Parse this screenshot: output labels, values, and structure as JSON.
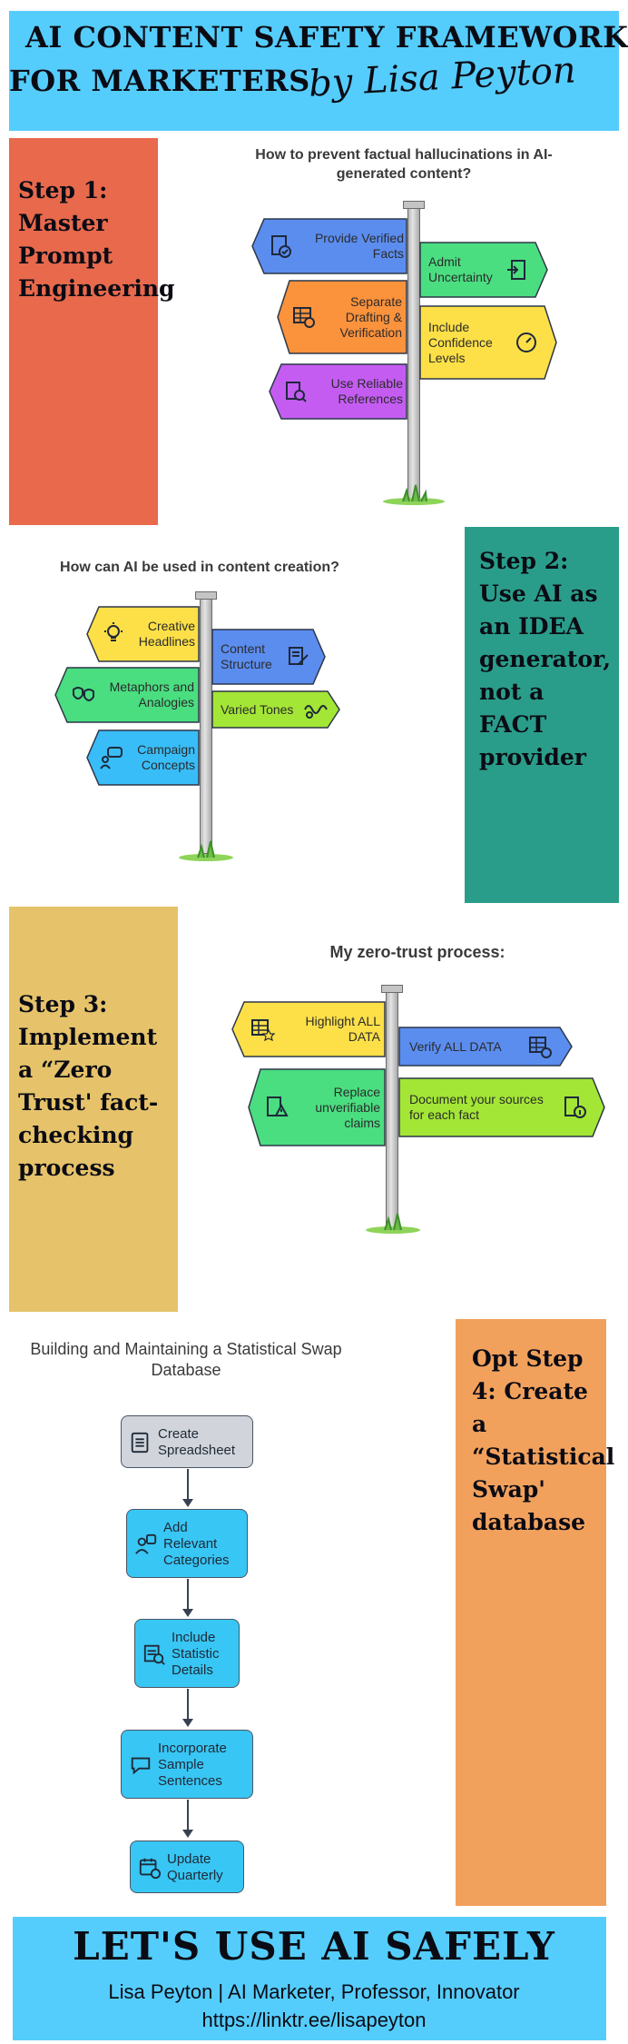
{
  "header": {
    "title_line1": "AI CONTENT SAFETY FRAMEWORK",
    "title_line2": "FOR MARKETERS",
    "byline": "by Lisa Peyton"
  },
  "step1": {
    "label": "Step 1: Master Prompt Engineering",
    "question": "How to prevent factual hallucinations in AI-generated content?",
    "signs": [
      {
        "text": "Provide Verified Facts",
        "color": "#5b8def",
        "icon": "verified-document-icon"
      },
      {
        "text": "Admit Uncertainty",
        "color": "#4ade80",
        "icon": "exit-door-icon"
      },
      {
        "text": "Separate Drafting & Verification",
        "color": "#fb923c",
        "icon": "checked-table-icon"
      },
      {
        "text": "Include Confidence Levels",
        "color": "#fde047",
        "icon": "gauge-icon"
      },
      {
        "text": "Use Reliable References",
        "color": "#c45cf2",
        "icon": "reference-search-icon"
      }
    ]
  },
  "step2": {
    "label": "Step 2: Use AI as an IDEA generator, not a FACT provider",
    "question": "How can AI be used in content creation?",
    "signs": [
      {
        "text": "Creative Headlines",
        "color": "#fde047",
        "icon": "lightbulb-icon"
      },
      {
        "text": "Content Structure",
        "color": "#5b8def",
        "icon": "edit-document-icon"
      },
      {
        "text": "Metaphors and Analogies",
        "color": "#4ade80",
        "icon": "masks-icon"
      },
      {
        "text": "Varied Tones",
        "color": "#a3e635",
        "icon": "tone-wave-icon"
      },
      {
        "text": "Campaign Concepts",
        "color": "#38bdf8",
        "icon": "chat-people-icon"
      }
    ]
  },
  "step3": {
    "label": "Step 3: Implement a “Zero Trust' fact-checking process",
    "question": "My zero-trust process:",
    "signs": [
      {
        "text": "Highlight ALL DATA",
        "color": "#fde047",
        "icon": "highlight-table-icon"
      },
      {
        "text": "Verify ALL DATA",
        "color": "#5b8def",
        "icon": "verify-table-icon"
      },
      {
        "text": "Replace unverifiable claims",
        "color": "#4ade80",
        "icon": "warning-document-icon"
      },
      {
        "text": "Document your sources for each fact",
        "color": "#a3e635",
        "icon": "info-document-icon"
      }
    ]
  },
  "step4": {
    "label": "Opt Step 4: Create a “Statistical Swap' database",
    "question": "Building and Maintaining a Statistical Swap Database",
    "flow": [
      {
        "text": "Create Spreadsheet",
        "color": "#d1d5db",
        "icon": "spreadsheet-icon"
      },
      {
        "text": "Add Relevant Categories",
        "color": "#38c6f4",
        "icon": "categories-icon"
      },
      {
        "text": "Include Statistic Details",
        "color": "#38c6f4",
        "icon": "statistics-icon"
      },
      {
        "text": "Incorporate Sample Sentences",
        "color": "#38c6f4",
        "icon": "speech-bubble-icon"
      },
      {
        "text": "Update Quarterly",
        "color": "#38c6f4",
        "icon": "calendar-refresh-icon"
      }
    ]
  },
  "footer": {
    "title": "LET'S USE AI SAFELY",
    "line1": "Lisa Peyton | AI Marketer, Professor, Innovator",
    "line2": "https://linktr.ee/lisapeyton"
  },
  "colors": {
    "header_bg": "#55cdfc",
    "step1_bg": "#e8694c",
    "step2_bg": "#2a9d8a",
    "step3_bg": "#e6c36a",
    "step4_bg": "#f2a15c"
  }
}
